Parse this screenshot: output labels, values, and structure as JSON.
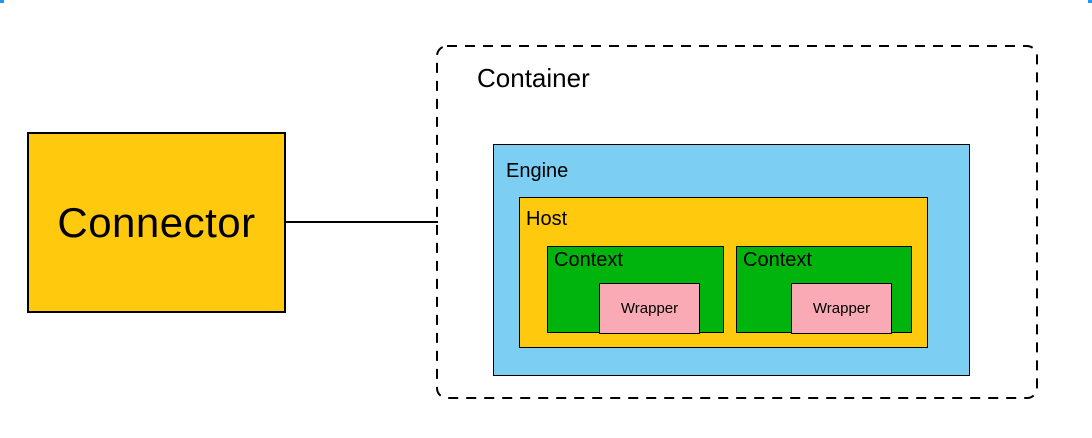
{
  "diagram": {
    "connector": {
      "label": "Connector"
    },
    "container": {
      "label": "Container"
    },
    "engine": {
      "label": "Engine"
    },
    "host": {
      "label": "Host"
    },
    "contexts": [
      {
        "label": "Context",
        "wrapper_label": "Wrapper"
      },
      {
        "label": "Context",
        "wrapper_label": "Wrapper"
      }
    ],
    "colors": {
      "node_yellow": "#ffc90e",
      "engine_blue": "#7ccef2",
      "context_green": "#00b30d",
      "wrapper_pink": "#faaab4",
      "border_black": "#000000",
      "corner_accent_blue": "#2196f3",
      "background": "#ffffff"
    }
  }
}
